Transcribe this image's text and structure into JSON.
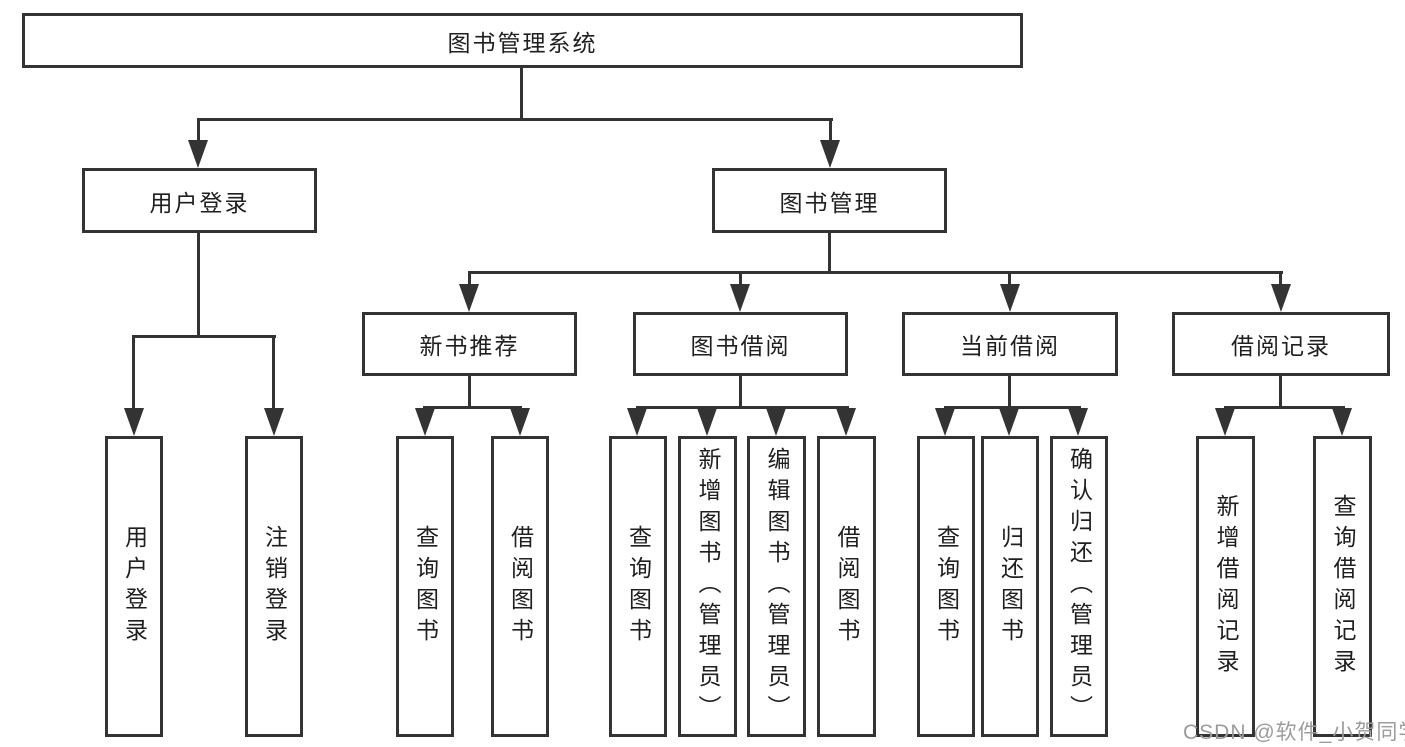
{
  "diagram": {
    "type": "hierarchy-tree",
    "root": "图书管理系统",
    "level2": {
      "user_login": {
        "label": "用户登录",
        "children": [
          "用户登录",
          "注销登录"
        ]
      },
      "book_mgmt": {
        "label": "图书管理",
        "groups": {
          "new_books": {
            "label": "新书推荐",
            "children": [
              "查询图书",
              "借阅图书"
            ]
          },
          "book_borrow": {
            "label": "图书借阅",
            "children": [
              "查询图书",
              "新增图书（管理员）",
              "编辑图书（管理员）",
              "借阅图书"
            ]
          },
          "current_borrow": {
            "label": "当前借阅",
            "children": [
              "查询图书",
              "归还图书",
              "确认归还（管理员）"
            ]
          },
          "borrow_records": {
            "label": "借阅记录",
            "children": [
              "新增借阅记录",
              "查询借阅记录"
            ]
          }
        }
      }
    },
    "watermark": "CSDN @软件_小贺同学",
    "colors": {
      "line": "#333333",
      "text": "#1f1f1f",
      "watermark": "#9c9c9c",
      "background": "#ffffff"
    }
  }
}
